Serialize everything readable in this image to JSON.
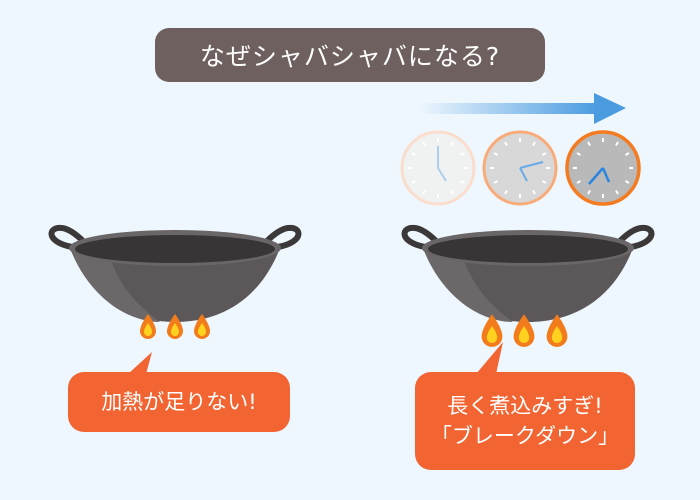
{
  "title": "なぜシャバシャバになる?",
  "left_callout": {
    "text": "加熱が足りない!"
  },
  "right_callout": {
    "line1": "長く煮込みすぎ!",
    "line2": "「ブレークダウン」"
  },
  "colors": {
    "background": "#eff7fe",
    "title_bg": "#6e605e",
    "callout": "#f26533",
    "wok": "#5a5657",
    "arrow": "#4a9be0"
  }
}
